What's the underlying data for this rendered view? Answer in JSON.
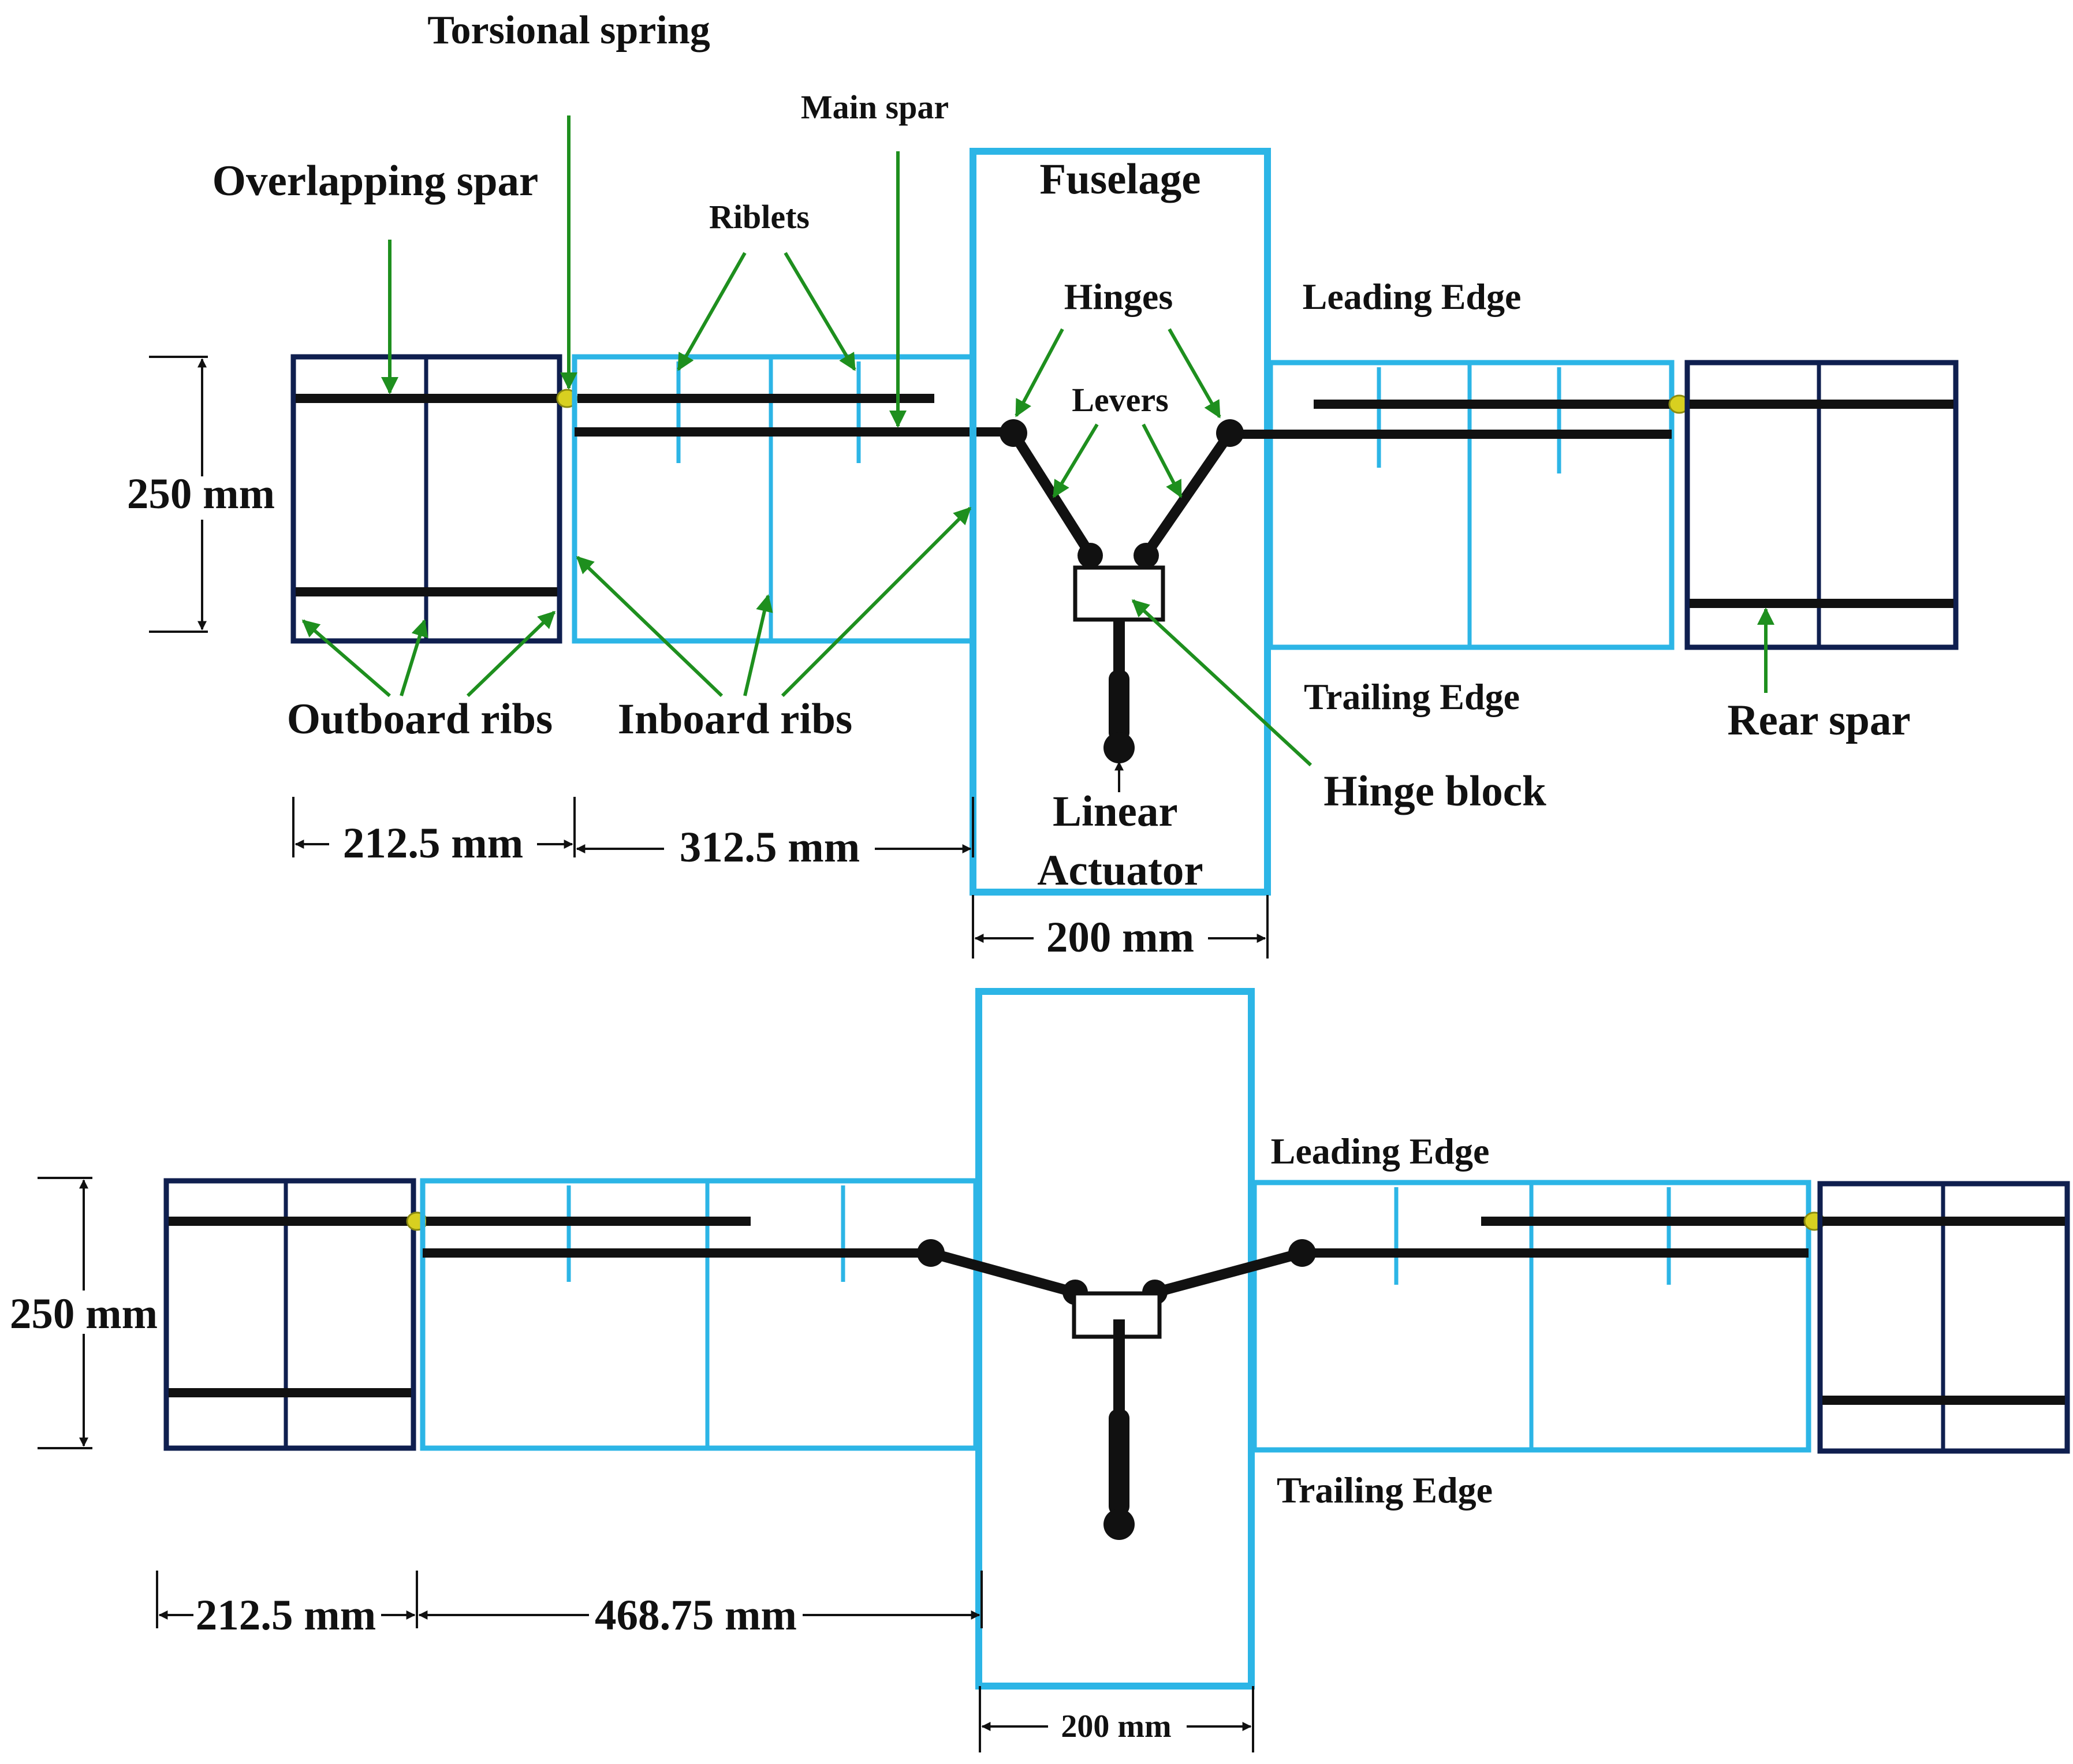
{
  "colors": {
    "outboard_frame": "#0f1f4f",
    "inboard_frame": "#2cb5e6",
    "spar": "#111111",
    "callout_arrow": "#1e8f1e",
    "torsional_spring": "#d8d020",
    "dimension_line": "#111111"
  },
  "labels": {
    "torsional_spring": "Torsional spring",
    "main_spar": "Main spar",
    "overlapping_spar": "Overlapping spar",
    "riblets": "Riblets",
    "fuselage": "Fuselage",
    "hinges": "Hinges",
    "levers": "Levers",
    "leading_edge": "Leading Edge",
    "trailing_edge": "Trailing Edge",
    "outboard_ribs": "Outboard ribs",
    "inboard_ribs": "Inboard ribs",
    "rear_spar": "Rear spar",
    "hinge_block": "Hinge block",
    "linear_actuator": "Linear Actuator"
  },
  "dimensions": {
    "chord": "250 mm",
    "outboard_span": "212.5 mm",
    "inboard_span_folded": "312.5 mm",
    "inboard_span_extended": "468.75 mm",
    "fuselage_width": "200 mm"
  }
}
